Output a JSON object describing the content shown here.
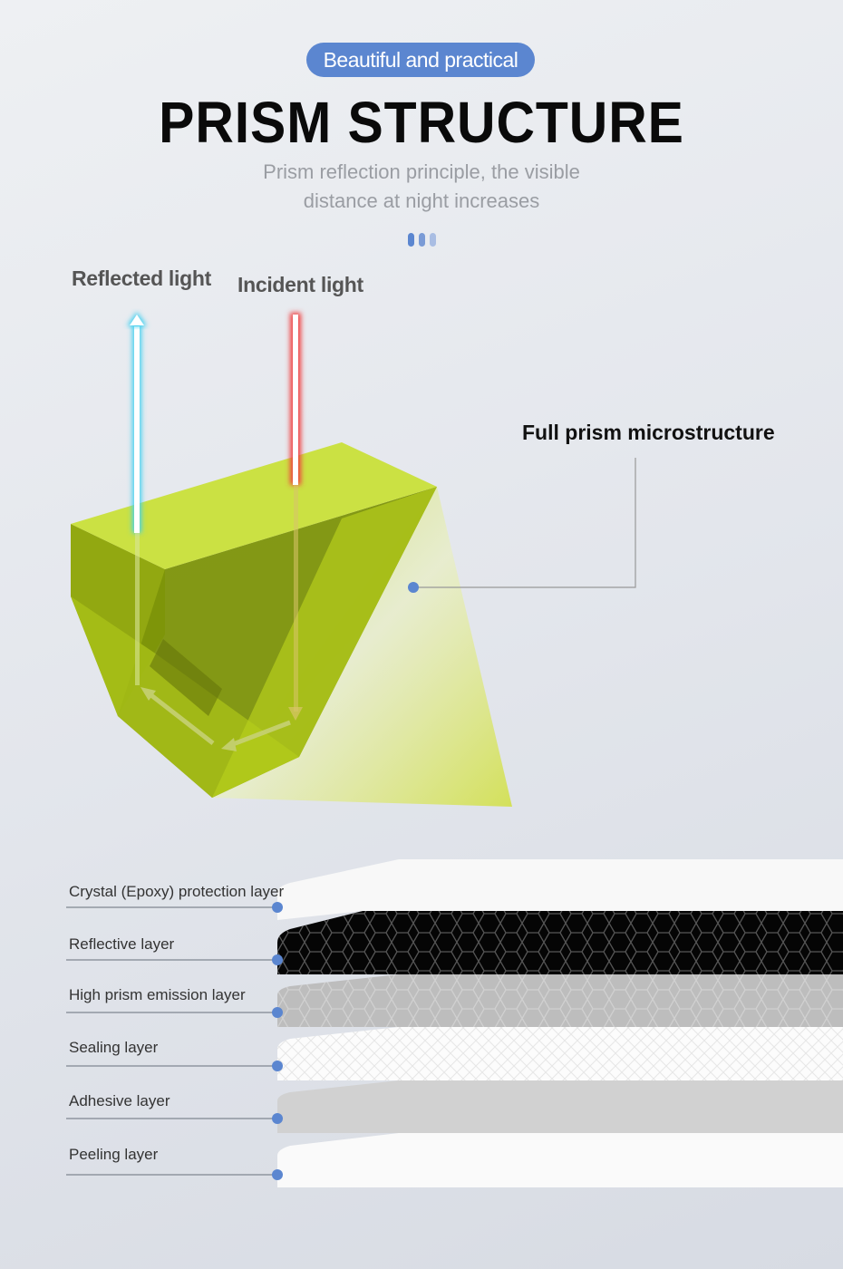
{
  "header": {
    "badge": "Beautiful and practical",
    "title": "PRISM STRUCTURE",
    "subtitle_line1": "Prism reflection principle, the visible",
    "subtitle_line2": "distance at night increases"
  },
  "diagram": {
    "reflected_label": "Reflected light",
    "incident_label": "Incident light",
    "microstructure_label": "Full prism microstructure"
  },
  "layers": [
    {
      "label": "Crystal (Epoxy) protection layer"
    },
    {
      "label": "Reflective layer"
    },
    {
      "label": "High prism emission layer"
    },
    {
      "label": "Sealing layer"
    },
    {
      "label": "Adhesive layer"
    },
    {
      "label": "Peeling layer"
    }
  ],
  "colors": {
    "accent": "#5b86d0",
    "prism": "#b5cc1a",
    "reflected": "#3fd0f0",
    "incident": "#f04040"
  }
}
